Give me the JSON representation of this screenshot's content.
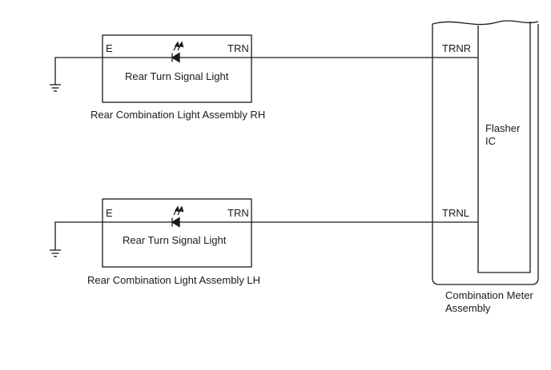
{
  "rh_assembly": {
    "name": "Rear Combination Light Assembly RH",
    "component": "Rear Turn Signal Light",
    "ground_pin": "E",
    "signal_pin": "TRN"
  },
  "lh_assembly": {
    "name": "Rear Combination Light Assembly LH",
    "component": "Rear Turn Signal Light",
    "ground_pin": "E",
    "signal_pin": "TRN"
  },
  "combination_meter": {
    "name": "Combination Meter\nAssembly",
    "inner_block": "Flasher\nIC",
    "pin_rh": "TRNR",
    "pin_lh": "TRNL"
  },
  "colors": {
    "line": "#1a1a1a",
    "background": "#ffffff"
  }
}
